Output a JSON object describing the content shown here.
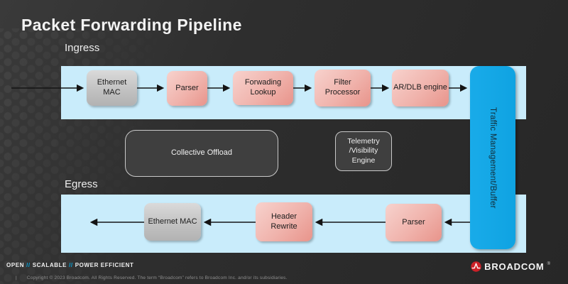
{
  "slide": {
    "title": "Packet Forwarding Pipeline",
    "sections": {
      "ingress": "Ingress",
      "egress": "Egress"
    }
  },
  "boxes": {
    "ethernet_mac_in": "Ethernet MAC",
    "parser_in": "Parser",
    "forwarding_lookup": "Forwading Lookup",
    "filter_processor": "Filter Processor",
    "ar_dlb_engine": "AR/DLB engine",
    "traffic_management": "Traffic Management/Buffer",
    "collective_offload": "Collective Offload",
    "telemetry_engine": "Telemetry /Visibility Engine",
    "ethernet_mac_out": "Ethernet MAC",
    "header_rewrite": "Header Rewrite",
    "parser_out": "Parser"
  },
  "footer": {
    "tagline": {
      "open": "OPEN",
      "sep1": "//",
      "scalable": "SCALABLE",
      "sep2": "//",
      "power": "POWER EFFICIENT"
    },
    "page_sep": "|",
    "copyright": "Copyright © 2023 Broadcom.  All Rights Reserved. The term “Broadcom” refers to Broadcom Inc. and/or its subsidiaries.",
    "logo_text": "BROADCOM",
    "logo_mark": "®"
  },
  "colors": {
    "band_blue": "#c9ecfb",
    "accent_blue": "#15a9e8",
    "broadcom_red": "#cc2027",
    "pink_box_top": "#f7d2cd",
    "pink_box_bottom": "#e8948b",
    "gray_box_top": "#dadada",
    "gray_box_bottom": "#b2b2b2",
    "dark_background": "#2e2e2e"
  }
}
